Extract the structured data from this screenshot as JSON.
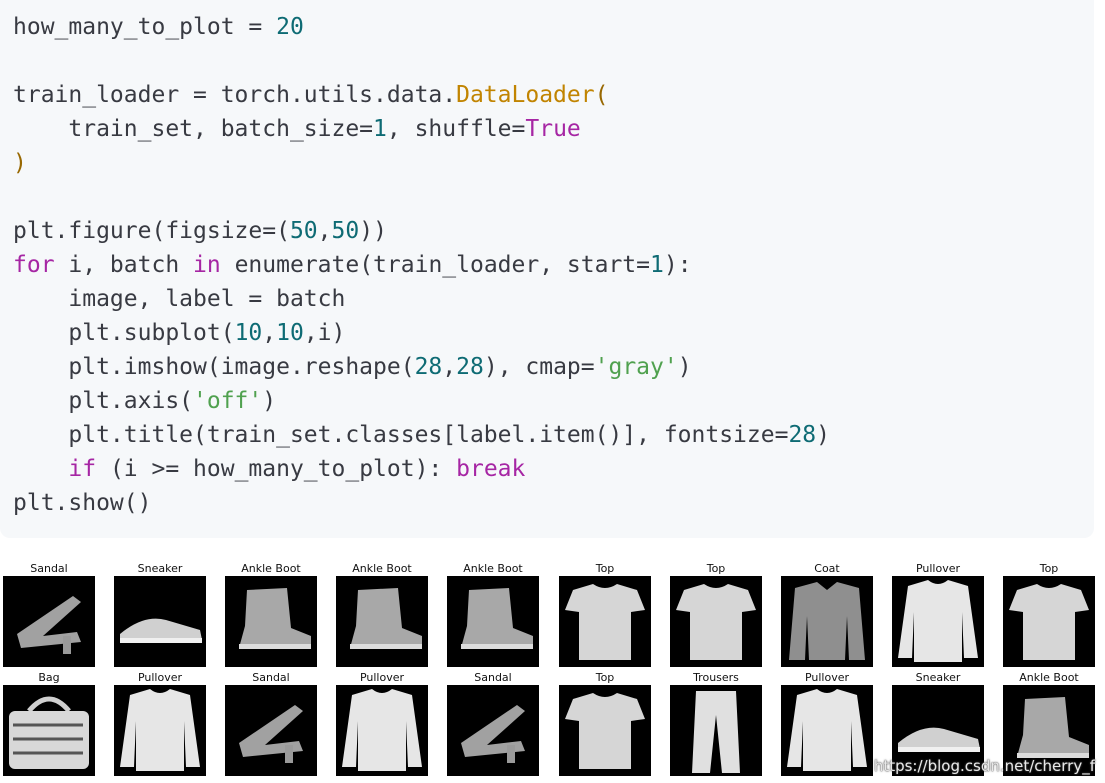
{
  "code": {
    "lines": [
      [
        {
          "t": "how_many_to_plot = ",
          "c": "plain"
        },
        {
          "t": "20",
          "c": "num"
        }
      ],
      [],
      [
        {
          "t": "train_loader = torch.utils.data.",
          "c": "plain"
        },
        {
          "t": "DataLoader",
          "c": "fn"
        },
        {
          "t": "(",
          "c": "paren"
        }
      ],
      [
        {
          "t": "    train_set, batch_size=",
          "c": "plain"
        },
        {
          "t": "1",
          "c": "num"
        },
        {
          "t": ", shuffle=",
          "c": "plain"
        },
        {
          "t": "True",
          "c": "kw"
        }
      ],
      [
        {
          "t": ")",
          "c": "paren"
        }
      ],
      [],
      [
        {
          "t": "plt.figure(figsize=(",
          "c": "plain"
        },
        {
          "t": "50",
          "c": "num"
        },
        {
          "t": ",",
          "c": "plain"
        },
        {
          "t": "50",
          "c": "num"
        },
        {
          "t": "))",
          "c": "plain"
        }
      ],
      [
        {
          "t": "for",
          "c": "kw"
        },
        {
          "t": " i, batch ",
          "c": "plain"
        },
        {
          "t": "in",
          "c": "kw"
        },
        {
          "t": " enumerate(train_loader, start=",
          "c": "plain"
        },
        {
          "t": "1",
          "c": "num"
        },
        {
          "t": "):",
          "c": "plain"
        }
      ],
      [
        {
          "t": "    image, label = batch",
          "c": "plain"
        }
      ],
      [
        {
          "t": "    plt.subplot(",
          "c": "plain"
        },
        {
          "t": "10",
          "c": "num"
        },
        {
          "t": ",",
          "c": "plain"
        },
        {
          "t": "10",
          "c": "num"
        },
        {
          "t": ",i)",
          "c": "plain"
        }
      ],
      [
        {
          "t": "    plt.imshow(image.reshape(",
          "c": "plain"
        },
        {
          "t": "28",
          "c": "num"
        },
        {
          "t": ",",
          "c": "plain"
        },
        {
          "t": "28",
          "c": "num"
        },
        {
          "t": "), cmap=",
          "c": "plain"
        },
        {
          "t": "'gray'",
          "c": "str"
        },
        {
          "t": ")",
          "c": "plain"
        }
      ],
      [
        {
          "t": "    plt.axis(",
          "c": "plain"
        },
        {
          "t": "'off'",
          "c": "str"
        },
        {
          "t": ")",
          "c": "plain"
        }
      ],
      [
        {
          "t": "    plt.title(train_set.classes[label.item()], fontsize=",
          "c": "plain"
        },
        {
          "t": "28",
          "c": "num"
        },
        {
          "t": ")",
          "c": "plain"
        }
      ],
      [
        {
          "t": "    ",
          "c": "plain"
        },
        {
          "t": "if",
          "c": "kw"
        },
        {
          "t": " (i >= how_many_to_plot): ",
          "c": "plain"
        },
        {
          "t": "break",
          "c": "kw"
        }
      ],
      [
        {
          "t": "plt.show()",
          "c": "plain"
        }
      ]
    ]
  },
  "gallery": {
    "rows": [
      [
        "Sandal",
        "Sneaker",
        "Ankle Boot",
        "Ankle Boot",
        "Ankle Boot",
        "Top",
        "Top",
        "Coat",
        "Pullover",
        "Top"
      ],
      [
        "Bag",
        "Pullover",
        "Sandal",
        "Pullover",
        "Sandal",
        "Top",
        "Trousers",
        "Pullover",
        "Sneaker",
        "Ankle Boot"
      ]
    ],
    "watermark": "https://blog.csdn.net/cherry_f"
  }
}
